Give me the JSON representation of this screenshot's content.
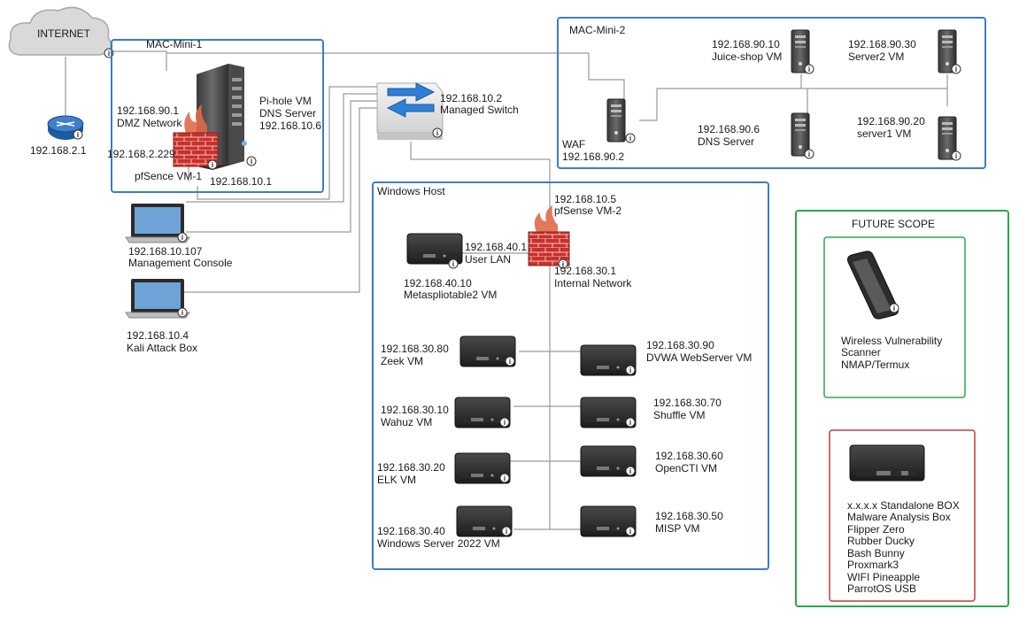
{
  "internet": {
    "label": "INTERNET"
  },
  "router": {
    "ip": "192.168.2.1"
  },
  "mac_mini_1": {
    "title": "MAC-Mini-1",
    "dmz_ip": "192.168.90.1",
    "dmz_label": "DMZ Network",
    "pihole_name": "Pi-hole VM",
    "pihole_role": "DNS Server",
    "pihole_ip": "192.168.10.6",
    "wan_ip": "192.168.2.229",
    "pfsense_name": "pfSence VM-1",
    "lan_ip": "192.168.10.1"
  },
  "switch": {
    "ip": "192.168.10.2",
    "label": "Managed Switch"
  },
  "mac_mini_2": {
    "title": "MAC-Mini-2",
    "juice_ip": "192.168.90.10",
    "juice_label": "Juice-shop VM",
    "server2_ip": "192.168.90.30",
    "server2_label": "Server2 VM",
    "dns_ip": "192.168.90.6",
    "dns_label": "DNS Server",
    "server1_ip": "192.168.90.20",
    "server1_label": "server1 VM",
    "waf_label": "WAF",
    "waf_ip": "192.168.90.2"
  },
  "mgmt": {
    "ip": "192.168.10.107",
    "label": "Management Console"
  },
  "kali": {
    "ip": "192.168.10.4",
    "label": "Kali Attack Box"
  },
  "windows_host": {
    "title": "Windows Host",
    "pfs2_ip": "192.168.10.5",
    "pfs2_name": "pfSense VM-2",
    "user_lan_ip": "192.168.40.1",
    "user_lan_label": "User LAN",
    "internal_ip": "192.168.30.1",
    "internal_label": "Internal Network",
    "meta_ip": "192.168.40.10",
    "meta_label": "Metaspliotable2 VM",
    "vms": [
      {
        "ip": "192.168.30.80",
        "label": "Zeek VM"
      },
      {
        "ip": "192.168.30.90",
        "label": "DVWA WebServer VM"
      },
      {
        "ip": "192.168.30.10",
        "label": "Wahuz VM"
      },
      {
        "ip": "192.168.30.70",
        "label": "Shuffle VM"
      },
      {
        "ip": "192.168.30.20",
        "label": "ELK VM"
      },
      {
        "ip": "192.168.30.60",
        "label": "OpenCTI VM"
      },
      {
        "ip": "192.168.30.40",
        "label": "Windows Server 2022 VM"
      },
      {
        "ip": "192.168.30.50",
        "label": "MISP VM"
      }
    ]
  },
  "future": {
    "title": "FUTURE SCOPE",
    "wireless_lines": [
      "Wireless Vulnerability",
      "Scanner",
      "NMAP/Termux"
    ],
    "standalone_lines": [
      "x.x.x.x Standalone BOX",
      "Malware Analysis Box",
      "Flipper Zero",
      "Rubber Ducky",
      "Bash Bunny",
      "Proxmark3",
      "WIFI Pineapple",
      "ParrotOS USB"
    ]
  },
  "colors": {
    "blue_frame": "#3d7cc9",
    "green_frame": "#2aa84a",
    "red_frame": "#c43a3a",
    "firewall_red": "#c9302c"
  }
}
